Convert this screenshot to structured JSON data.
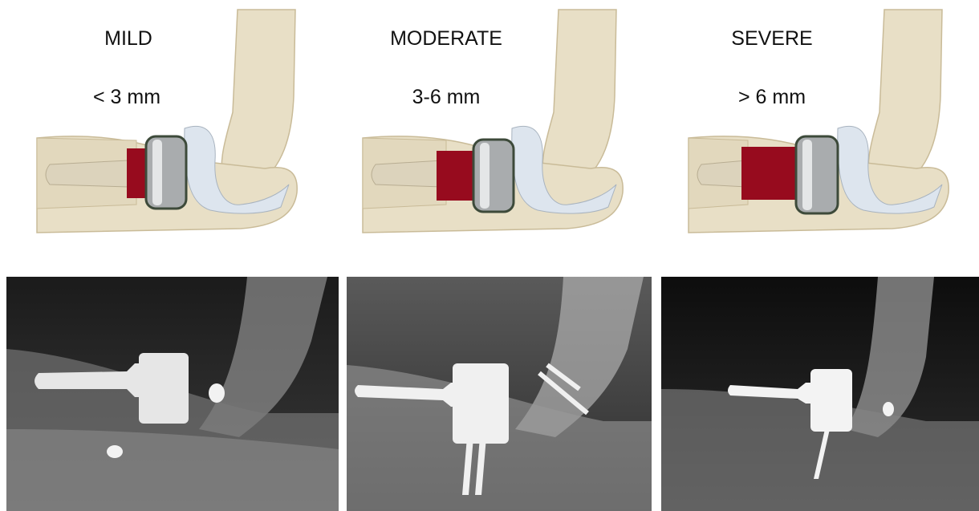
{
  "panels": [
    {
      "severity": "MILD",
      "range": "< 3 mm",
      "spacer_fraction": 0.3
    },
    {
      "severity": "MODERATE",
      "range": "3-6 mm",
      "spacer_fraction": 0.6
    },
    {
      "severity": "SEVERE",
      "range": "> 6 mm",
      "spacer_fraction": 0.9
    }
  ],
  "colors": {
    "bone": "#e8dfc6",
    "bone_shadow": "#c9bb98",
    "spacer": "#970b1e",
    "implant_metal": "#a9acae",
    "cartilage": "#dde5ee"
  }
}
